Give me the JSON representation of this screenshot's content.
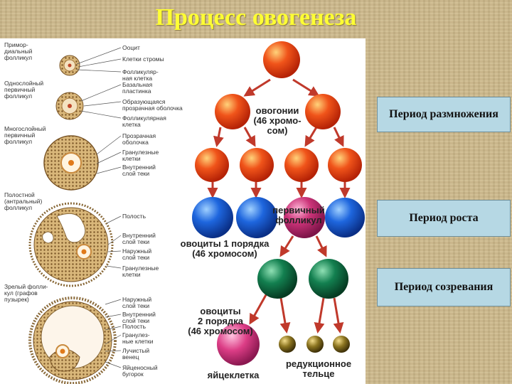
{
  "title": "Процесс овогенеза",
  "periods": [
    "Период размножения",
    "Период роста",
    "Период созревания"
  ],
  "follicles": [
    {
      "name": [
        "Примор-",
        "диальный",
        "фолликул"
      ],
      "labels": [
        [
          "Ооцит"
        ],
        [
          "Клетки стромы"
        ],
        [
          "Фолликуляр-",
          "ная клетка"
        ]
      ]
    },
    {
      "name": [
        "Однослойный",
        "первичный",
        "фолликул"
      ],
      "labels": [
        [
          "Базальная",
          "пластинка"
        ],
        [
          "Образующаяся",
          "прозрачная оболочка"
        ],
        [
          "Фолликулярная",
          "клетка"
        ]
      ]
    },
    {
      "name": [
        "Многослойный",
        "первичный",
        "фолликул"
      ],
      "labels": [
        [
          "Прозрачная",
          "оболочка"
        ],
        [
          "Гранулезные",
          "клетки"
        ],
        [
          "Внутренний",
          "слой теки"
        ]
      ]
    },
    {
      "name": [
        "Полостной",
        "(антральный)",
        "фолликул"
      ],
      "labels": [
        [
          "Полость"
        ],
        [
          "Внутренний",
          "слой теки"
        ],
        [
          "Наружный",
          "слой теки"
        ],
        [
          "Гранулезные",
          "клетки"
        ]
      ]
    },
    {
      "name": [
        "Зрелый фолли-",
        "кул (графов",
        "пузырек)"
      ],
      "labels": [
        [
          "Наружный",
          "слой теки"
        ],
        [
          "Внутренний",
          "слой теки"
        ],
        [
          "Полость"
        ],
        [
          "Гранулез-",
          "ные клетки"
        ],
        [
          "Лучистый",
          "венец"
        ],
        [
          "Яйценосный",
          "бугорок"
        ]
      ]
    }
  ],
  "cells": {
    "oogonia": [
      "овогонии",
      "(46 хромо-",
      "сом)"
    ],
    "primary_follicle": [
      "первичный",
      "фолликул"
    ],
    "oocytes1": [
      "овоциты 1 порядка",
      "(46 хромосом)"
    ],
    "oocytes2": [
      "овоциты",
      "2 порядка",
      "(46 хромосом)"
    ],
    "egg": "яйцеклетка",
    "polar_body": [
      "редукционное",
      "тельце"
    ]
  },
  "colors": {
    "title": "#ffff33",
    "oogonia": "#ee4411",
    "oocyte1": "#1a5fd6",
    "follicle_cell": "#c8307a",
    "oocyte2": "#11704a",
    "egg": "#d8357e",
    "polar": "#7a6418",
    "arrow": "#c0392b",
    "period_box": "#b6d8e4"
  }
}
